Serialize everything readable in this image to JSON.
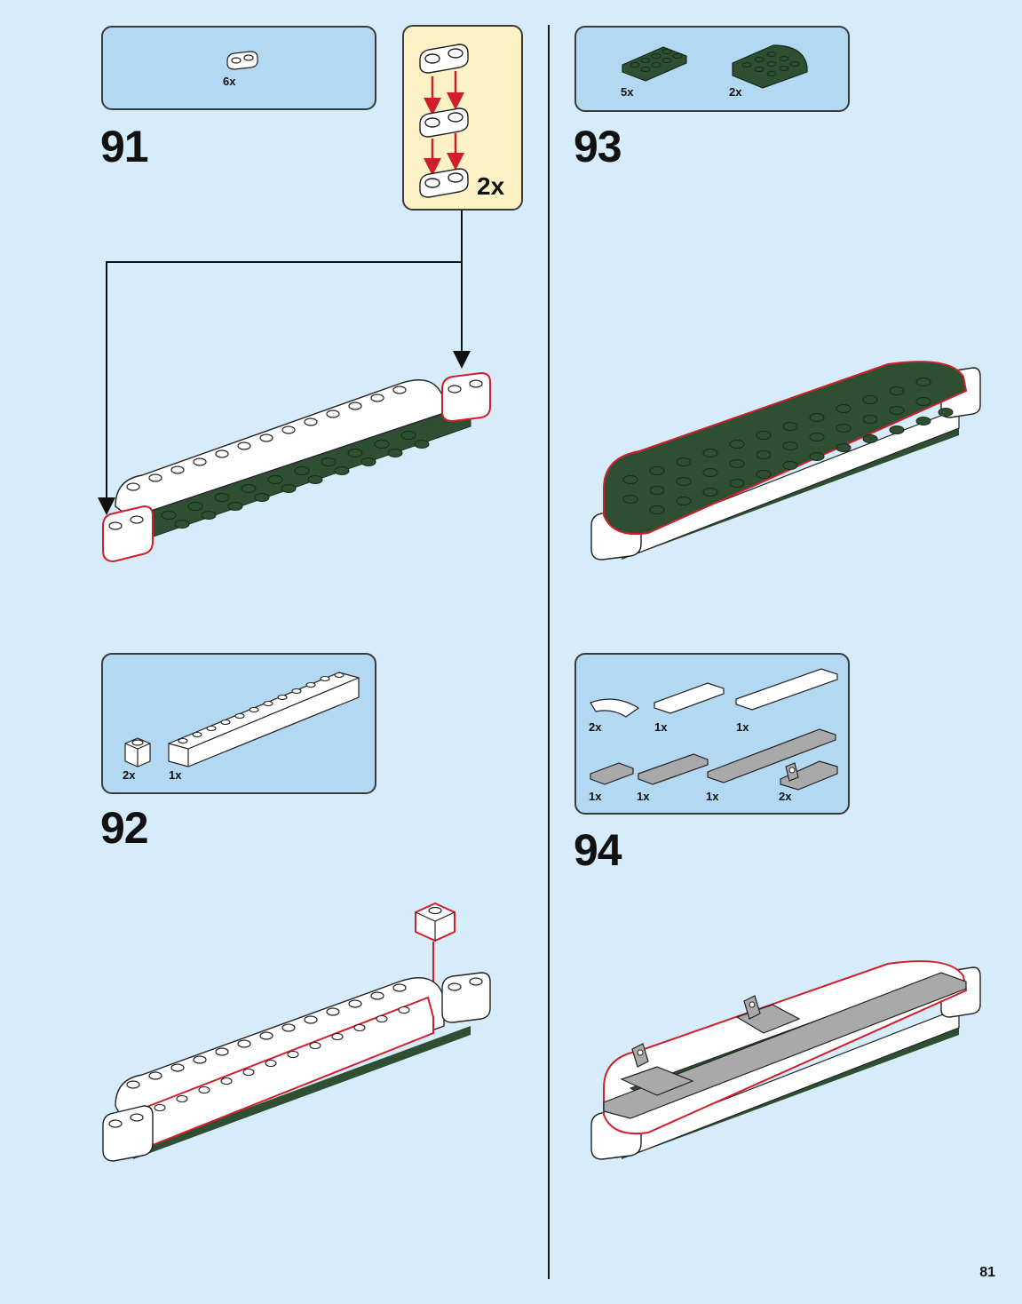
{
  "page": {
    "number": "81",
    "colors": {
      "background": "#d6ecfa",
      "parts_box": "#b3d8f2",
      "sub_assembly_box": "#fdf1c6",
      "highlight": "#d11f2a",
      "dark_green": "#2f4f32",
      "white_brick": "#ffffff",
      "grey_tile": "#a9a9a9"
    }
  },
  "steps": [
    {
      "number": "91",
      "parts": [
        {
          "quantity": "6x",
          "part": "white-plate-1x2-rounded-icon"
        }
      ],
      "sub_assembly": {
        "multiplier": "2x"
      }
    },
    {
      "number": "92",
      "parts": [
        {
          "quantity": "2x",
          "part": "white-brick-1x1-icon"
        },
        {
          "quantity": "1x",
          "part": "white-brick-1x12-icon"
        }
      ]
    },
    {
      "number": "93",
      "parts": [
        {
          "quantity": "5x",
          "part": "green-plate-2x4-icon"
        },
        {
          "quantity": "2x",
          "part": "green-round-corner-plate-icon"
        }
      ]
    },
    {
      "number": "94",
      "parts": [
        {
          "quantity": "2x",
          "part": "white-curved-tile-icon"
        },
        {
          "quantity": "1x",
          "part": "white-tile-1x4-icon"
        },
        {
          "quantity": "1x",
          "part": "white-tile-1x8-icon"
        },
        {
          "quantity": "1x",
          "part": "grey-tile-1x2-icon"
        },
        {
          "quantity": "1x",
          "part": "grey-tile-1x4-icon"
        },
        {
          "quantity": "1x",
          "part": "grey-tile-1x8-icon"
        },
        {
          "quantity": "2x",
          "part": "grey-clip-plate-icon"
        }
      ]
    }
  ]
}
